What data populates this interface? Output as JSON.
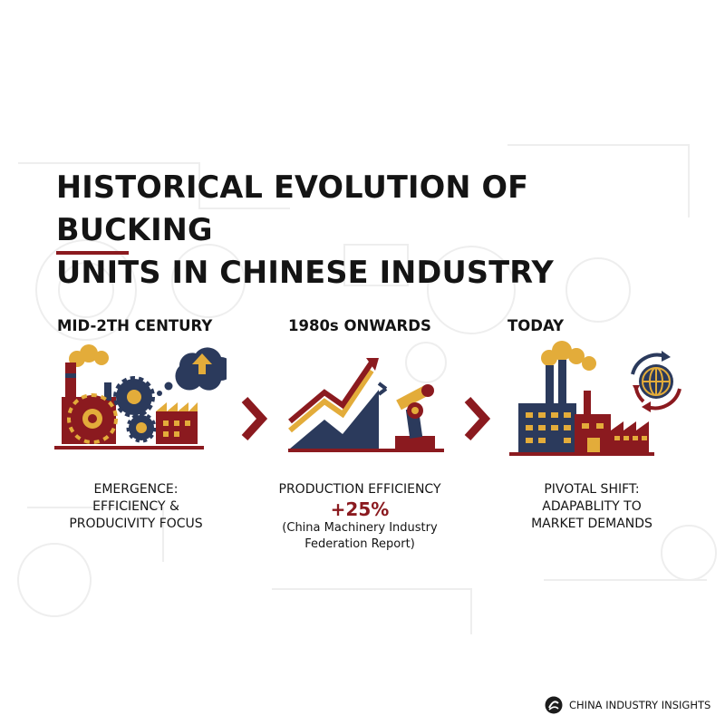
{
  "title": {
    "line1": "HISTORICAL EVOLUTION OF BUCKING",
    "line2": "UNITS IN CHINESE INDUSTRY"
  },
  "stages": [
    {
      "heading": "MID-2TH CENTURY",
      "caption_lines": [
        "EMERGENCE:",
        "EFFICIENCY &",
        "PRODUCIVITY FOCUS"
      ],
      "icons": [
        "factory-icon",
        "gears-icon",
        "thought-bubble-icon",
        "arrow-up-icon"
      ]
    },
    {
      "heading": "1980s ONWARDS",
      "caption_lines": [
        "PRODUCTION EFFICIENCY"
      ],
      "highlight": "+25%",
      "source_lines": [
        "(China Machinery Industry",
        "Federation Report)"
      ],
      "icons": [
        "growth-chart-icon",
        "robotic-arm-icon"
      ]
    },
    {
      "heading": "TODAY",
      "caption_lines": [
        "PIVOTAL SHIFT:",
        "ADAPABLITY TO",
        "MARKET DEMANDS"
      ],
      "icons": [
        "modern-factory-icon",
        "globe-cycle-icon"
      ]
    }
  ],
  "connectors": [
    "chevron-right-icon",
    "chevron-right-icon"
  ],
  "brand": {
    "name": "CHINA INDUSTRY INSIGHTS",
    "icon": "brand-logo-icon"
  },
  "colors": {
    "title": "#141414",
    "accent_red": "#8b1a1f",
    "navy": "#2b3a5c",
    "gold": "#e3ac3a"
  }
}
